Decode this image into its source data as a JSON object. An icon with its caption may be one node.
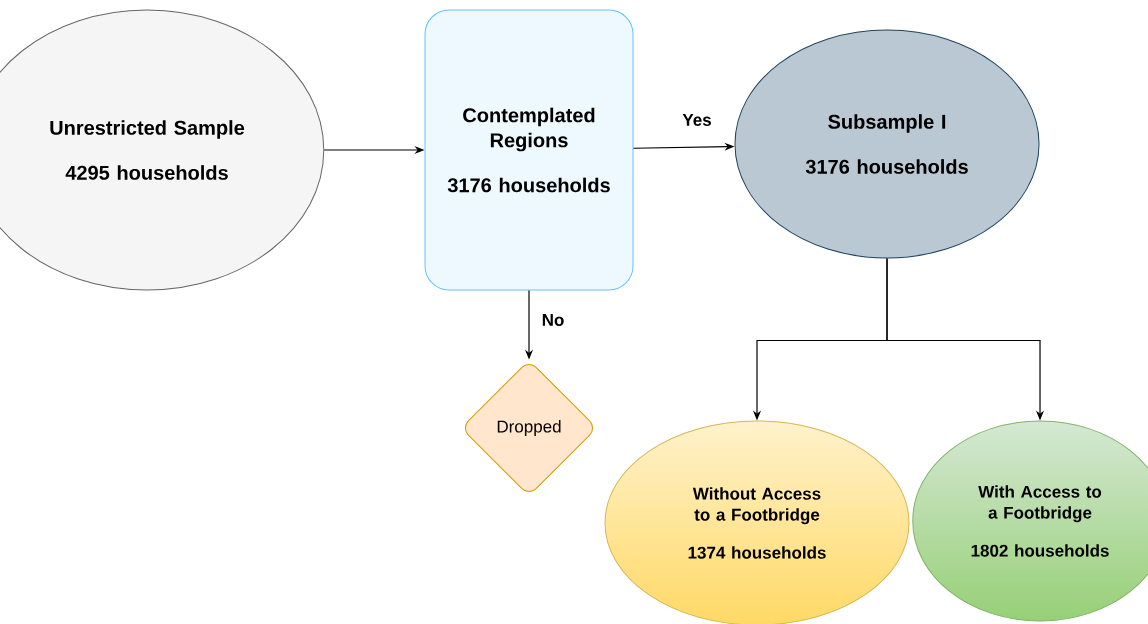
{
  "diagram": {
    "nodes": [
      {
        "text": [
          "Unrestricted Sample",
          "4295 households"
        ]
      },
      {
        "text": [
          "Contemplated Regions",
          "3176 households"
        ]
      },
      {
        "text": [
          "Subsample I",
          "3176 households"
        ]
      },
      {
        "text": [
          "Dropped"
        ]
      },
      {
        "text": [
          "Without Access to a Footbridge",
          "1374 households"
        ]
      },
      {
        "text": [
          "With Access to a Footbridge",
          "1802 households"
        ]
      }
    ],
    "edges": [
      {
        "from": 0,
        "to": 1,
        "arrow": "to"
      },
      {
        "from": 1,
        "to": 2,
        "arrow": "to",
        "label": "Yes"
      },
      {
        "from": 1,
        "to": 3,
        "arrow": "to",
        "label": "No"
      },
      {
        "from": 2,
        "to": 4,
        "arrow": "to"
      },
      {
        "from": 2,
        "to": 5,
        "arrow": "to"
      }
    ]
  }
}
